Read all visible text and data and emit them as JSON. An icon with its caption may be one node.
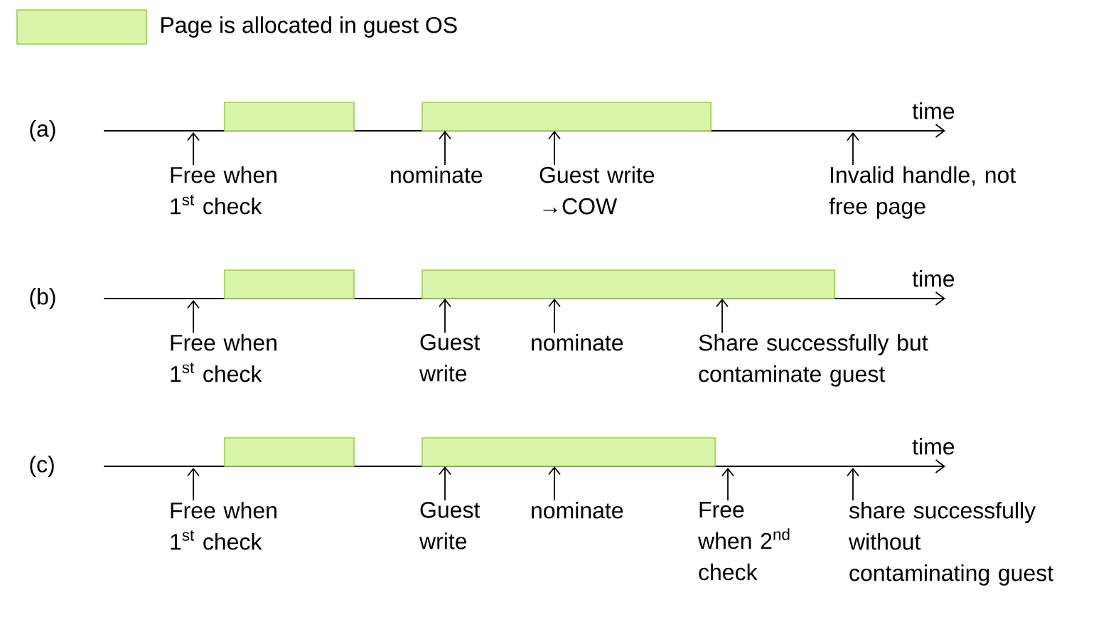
{
  "diagram": {
    "nodes": [
      {
        "text": [],
        "shape": "bar"
      },
      {
        "text": [],
        "shape": "bar"
      },
      {
        "text": [
          "Free when 1$^{st}$ check"
        ]
      },
      {
        "text": [
          "nominate"
        ]
      },
      {
        "text": [
          "Guest write →COW"
        ]
      },
      {
        "text": [
          "Invalid handle, not free page"
        ]
      },
      {
        "text": [],
        "shape": "bar"
      },
      {
        "text": [],
        "shape": "bar"
      },
      {
        "text": [
          "Free when 1$^{st}$ check"
        ]
      },
      {
        "text": [
          "Guest write"
        ]
      },
      {
        "text": [
          "nominate"
        ]
      },
      {
        "text": [
          "Share successfully but contaminate guest"
        ]
      },
      {
        "text": [],
        "shape": "bar"
      },
      {
        "text": [],
        "shape": "bar"
      },
      {
        "text": [
          "Free when 1$^{st}$ check"
        ]
      },
      {
        "text": [
          "Guest write"
        ]
      },
      {
        "text": [
          "nominate"
        ]
      },
      {
        "text": [
          "Free when 2$^{nd}$ check"
        ]
      },
      {
        "text": [
          "share successfully without contaminating guest"
        ]
      }
    ],
    "edges": [
      {
        "from": 2,
        "to": null,
        "arrow": "to"
      },
      {
        "from": 3,
        "to": 1,
        "arrow": "to"
      },
      {
        "from": 4,
        "to": 1,
        "arrow": "to"
      },
      {
        "from": 5,
        "to": null,
        "arrow": "to"
      },
      {
        "from": 8,
        "to": null,
        "arrow": "to"
      },
      {
        "from": 9,
        "to": 7,
        "arrow": "to"
      },
      {
        "from": 10,
        "to": 7,
        "arrow": "to"
      },
      {
        "from": 11,
        "to": 7,
        "arrow": "to"
      },
      {
        "from": 14,
        "to": null,
        "arrow": "to"
      },
      {
        "from": 15,
        "to": 13,
        "arrow": "to"
      },
      {
        "from": 16,
        "to": 13,
        "arrow": "to"
      },
      {
        "from": 17,
        "to": null,
        "arrow": "to"
      },
      {
        "from": 18,
        "to": null,
        "arrow": "to"
      }
    ],
    "labels": [
      "(a)",
      "time",
      "(b)",
      "time",
      "(c)",
      "time"
    ],
    "legend": [
      {
        "text": "Page is allocated in guest OS",
        "color": "#d9f5a8"
      }
    ]
  }
}
